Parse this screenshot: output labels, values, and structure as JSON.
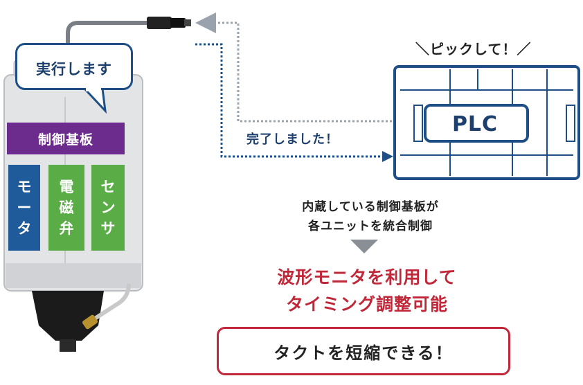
{
  "device": {
    "speech_bubble": "実行します",
    "board_label": "制御基板",
    "components": [
      {
        "label_lines": [
          "モ",
          "ー",
          "タ"
        ],
        "color": "#1f5a9a"
      },
      {
        "label_lines": [
          "電",
          "磁",
          "弁"
        ],
        "color": "#5aac46"
      },
      {
        "label_lines": [
          "セ",
          "ン",
          "サ"
        ],
        "color": "#5aac46"
      }
    ]
  },
  "signals": {
    "done_message": "完了しました！",
    "pick_message": "＼ピックして！／"
  },
  "plc": {
    "label": "PLC"
  },
  "description": {
    "line1": "内蔵している制御基板が",
    "line2": "各ユニットを統合制御"
  },
  "highlight": {
    "line1": "波形モニタを利用して",
    "line2": "タイミング調整可能"
  },
  "result": {
    "text": "タクトを短縮できる！"
  },
  "colors": {
    "navy": "#1d4f86",
    "purple": "#6b2c8e",
    "green": "#5aac46",
    "red": "#c0283a",
    "gray_line": "#9aa3ad"
  }
}
